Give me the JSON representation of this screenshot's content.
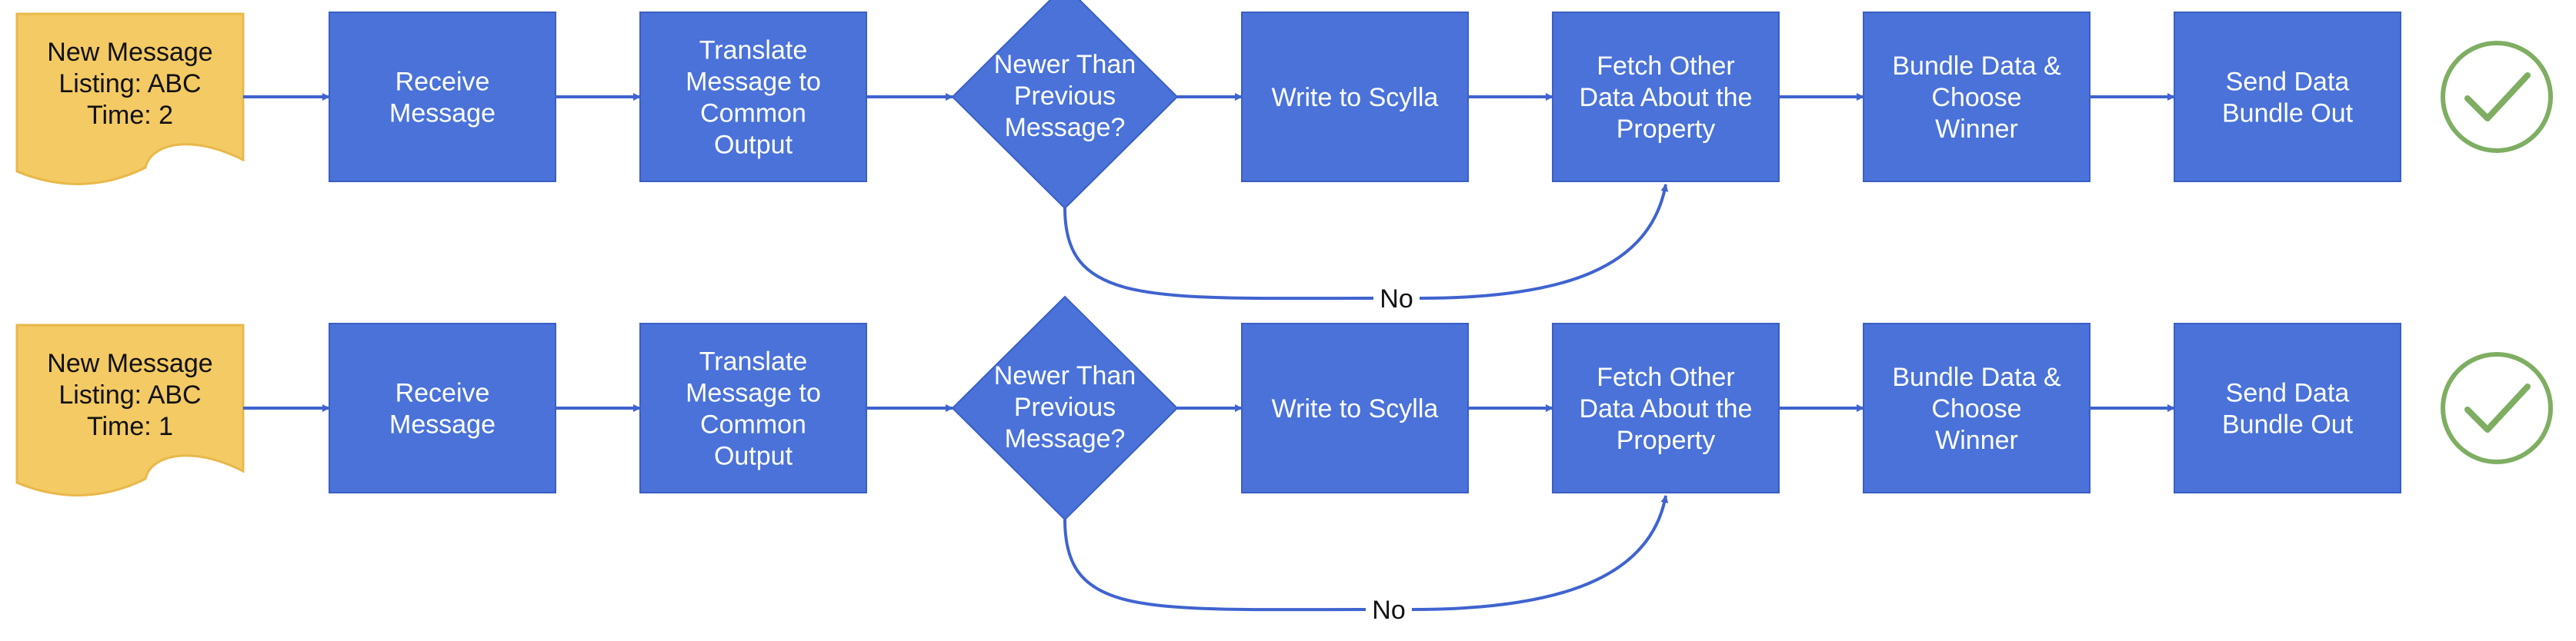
{
  "colors": {
    "node_fill": "#4a72d9",
    "node_border": "#3a5fc4",
    "doc_fill": "#f3ca63",
    "doc_border": "#e8b84a",
    "edge": "#3f63cf",
    "check": "#7fae63"
  },
  "rows": [
    {
      "message": [
        "New Message",
        "Listing: ABC",
        "Time: 2"
      ],
      "receive": [
        "Receive",
        "Message"
      ],
      "translate": [
        "Translate",
        "Message to",
        "Common",
        "Output"
      ],
      "decision": [
        "Newer Than",
        "Previous",
        "Message?"
      ],
      "write": [
        "Write to Scylla"
      ],
      "fetch": [
        "Fetch Other",
        "Data About the",
        "Property"
      ],
      "bundle": [
        "Bundle Data &",
        "Choose",
        "Winner"
      ],
      "send": [
        "Send Data",
        "Bundle Out"
      ],
      "no_label": "No",
      "status_icon": "check-circle-icon"
    },
    {
      "message": [
        "New Message",
        "Listing: ABC",
        "Time: 1"
      ],
      "receive": [
        "Receive",
        "Message"
      ],
      "translate": [
        "Translate",
        "Message to",
        "Common",
        "Output"
      ],
      "decision": [
        "Newer Than",
        "Previous",
        "Message?"
      ],
      "write": [
        "Write to Scylla"
      ],
      "fetch": [
        "Fetch Other",
        "Data About the",
        "Property"
      ],
      "bundle": [
        "Bundle Data &",
        "Choose",
        "Winner"
      ],
      "send": [
        "Send Data",
        "Bundle Out"
      ],
      "no_label": "No",
      "status_icon": "check-circle-icon"
    }
  ]
}
